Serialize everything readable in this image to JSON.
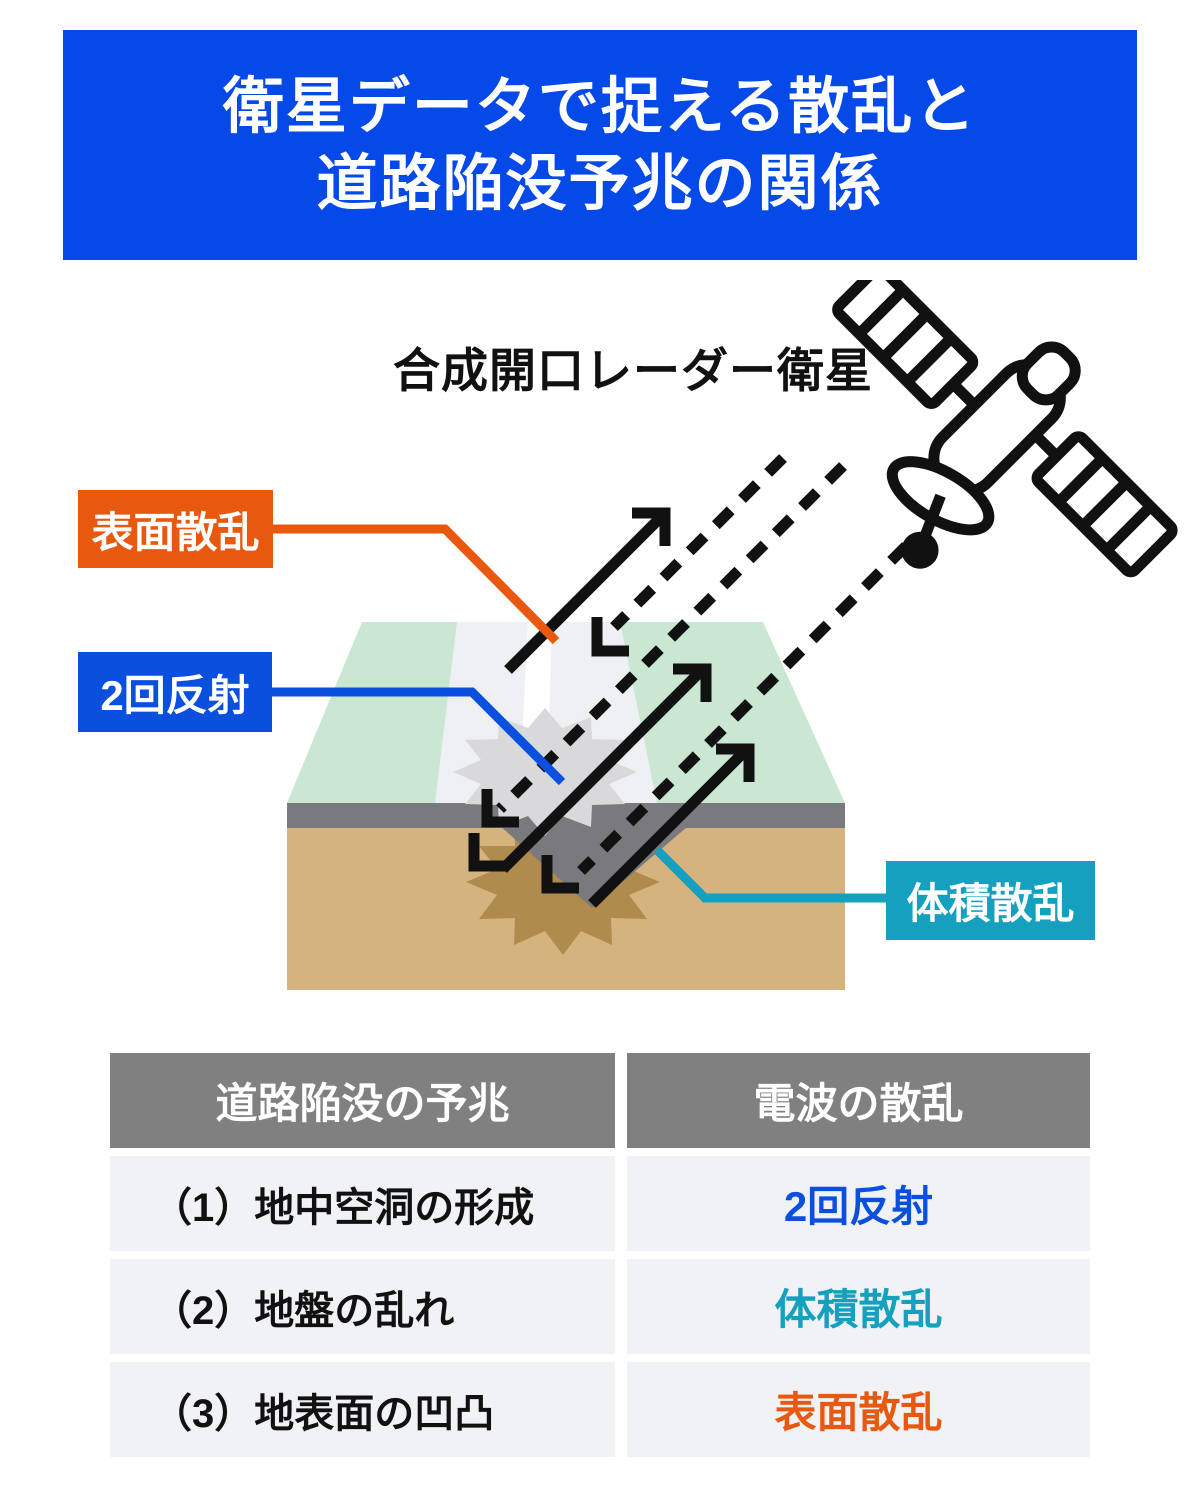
{
  "header": {
    "title_line1": "衛星データで捉える散乱と",
    "title_line2": "道路陥没予兆の関係"
  },
  "diagram": {
    "satellite_label": "合成開口レーダー衛星",
    "callouts": {
      "surface": "表面散乱",
      "double_bounce": "2回反射",
      "volume": "体積散乱"
    }
  },
  "table": {
    "headers": [
      "道路陥没の予兆",
      "電波の散乱"
    ],
    "rows": [
      {
        "sign": "（1）地中空洞の形成",
        "scatter": "2回反射"
      },
      {
        "sign": "（2）地盤の乱れ",
        "scatter": "体積散乱"
      },
      {
        "sign": "（3）地表面の凹凸",
        "scatter": "表面散乱"
      }
    ]
  },
  "colors": {
    "header_bg": "#0549E8",
    "surface_accent": "#E8590F",
    "double_bounce_accent": "#0B4FDE",
    "volume_accent": "#14A0BE",
    "table_header_bg": "#808080",
    "table_row_bg": "#F0F2F5",
    "grass": "#C9E7D2",
    "road": "#EFF0F3",
    "road_stripe": "#FFFFFF",
    "asphalt": "#7A7A7E",
    "soil": "#D5B37F",
    "cavity": "#AF8B4D",
    "depression": "#D9D9DB",
    "line_black": "#111111"
  }
}
